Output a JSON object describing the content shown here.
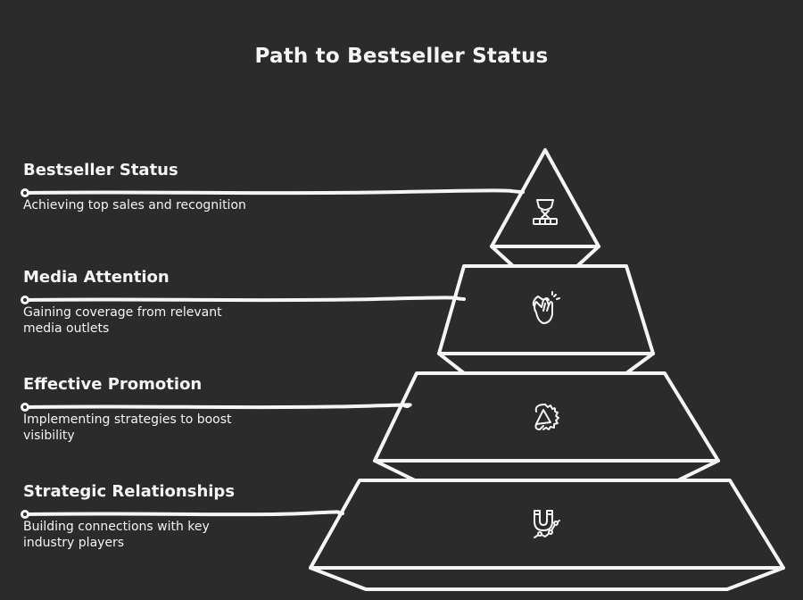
{
  "title": "Path to Bestseller Status",
  "colors": {
    "background": "#2b2b2b",
    "stroke": "#f5f5f5"
  },
  "levels": [
    {
      "heading": "Bestseller Status",
      "description": "Achieving top sales and recognition",
      "icon": "trophy-icon"
    },
    {
      "heading": "Media Attention",
      "description": "Gaining coverage from relevant media outlets",
      "icon": "clapping-hands-icon"
    },
    {
      "heading": "Effective Promotion",
      "description": "Implementing strategies to boost visibility",
      "icon": "megaphone-icon"
    },
    {
      "heading": "Strategic Relationships",
      "description": "Building connections with key industry players",
      "icon": "magnet-network-icon"
    }
  ]
}
